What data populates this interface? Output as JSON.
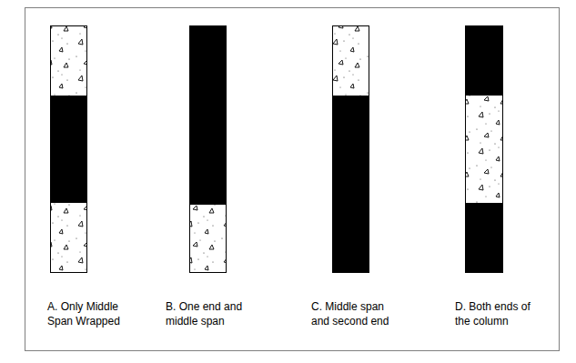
{
  "diagram": {
    "labels": [
      "A. Only Middle Span Wrapped",
      "B. One end and middle span",
      "C. Middle span and second end",
      "D. Both ends of the column"
    ]
  }
}
